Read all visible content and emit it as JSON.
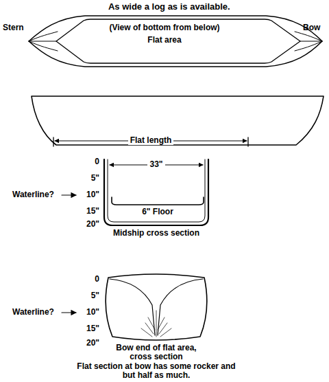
{
  "diagram": {
    "title": "As wide a log as is available.",
    "labels": [
      "Stern",
      "Bow",
      "(View of bottom from below)",
      "Flat area",
      "Flat length",
      "33\"",
      "0",
      "5\"",
      "10\"",
      "15\"",
      "20\"",
      "Waterline?",
      "6\" Floor",
      "Midship cross section",
      "0",
      "5\"",
      "10\"",
      "15\"",
      "20\"",
      "Waterline?",
      "Bow end of flat area, cross section",
      "Flat section at bow has some rocker and",
      "but half as much."
    ]
  }
}
